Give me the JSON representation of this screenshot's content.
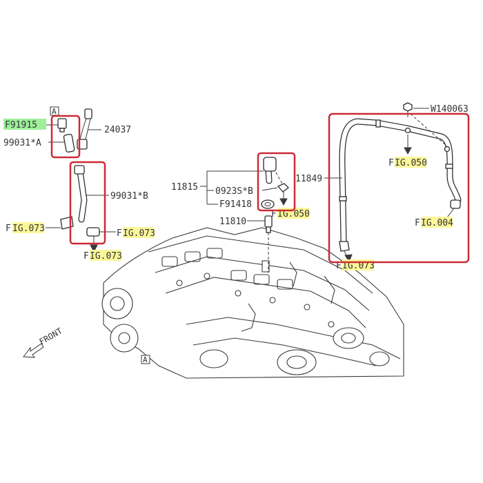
{
  "labels": {
    "ref_a_top": "A",
    "ref_a_bottom": "A",
    "f91915": "F91915",
    "p99031a": "99031*A",
    "p24037": "24037",
    "p99031b": "99031*B",
    "fig073_left_f": "F",
    "fig073_left_ig": "IG.073",
    "fig073_mid_f": "F",
    "fig073_mid_ig": "IG.073",
    "fig073_bottom_f": "F",
    "fig073_bottom_ig": "IG.073",
    "p11815": "11815",
    "p09235": "0923S*B",
    "f91418": "F91418",
    "p11810": "11810",
    "fig050_center_f": "F",
    "fig050_center_ig": "IG.050",
    "p11849": "11849",
    "w140063": "W140063",
    "fig050_right_f": "F",
    "fig050_right_ig": "IG.050",
    "fig004_f": "F",
    "fig004_ig": "IG.004",
    "fig073_right_f": "F",
    "fig073_right_ig": "IG.073",
    "front": "FRONT"
  },
  "colors": {
    "highlight_yellow": "#fbf79a",
    "highlight_green": "#9ef09a",
    "frame_red": "#cc2a36",
    "line": "#3a3a3a"
  }
}
